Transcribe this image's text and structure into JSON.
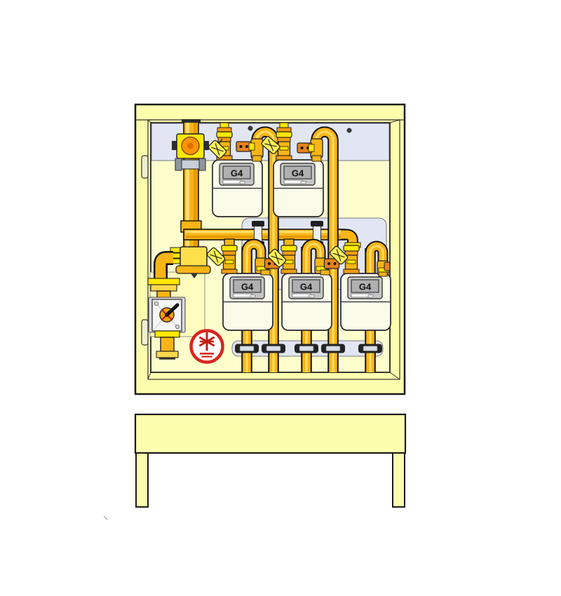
{
  "diagram": {
    "type": "gas-meter-cabinet-technical-drawing",
    "meters": [
      {
        "id": "meter-1",
        "row": "top",
        "label": "G4"
      },
      {
        "id": "meter-2",
        "row": "top",
        "label": "G4"
      },
      {
        "id": "meter-3",
        "row": "bottom",
        "label": "G4"
      },
      {
        "id": "meter-4",
        "row": "bottom",
        "label": "G4"
      },
      {
        "id": "meter-5",
        "row": "bottom",
        "label": "G4"
      }
    ],
    "sign": {
      "name": "prohibition-sign",
      "shape": "circle",
      "symbol": "asterisk-spark",
      "ring_color": "#d8261c",
      "caption_lines": 2
    },
    "components": [
      "main-riser",
      "main-inlet-valve",
      "pressure-regulator",
      "wall-shutoff-valve",
      "distribution-manifold",
      "meter-inlet-valves",
      "outlet-goosenecks",
      "pipe-clamps",
      "pedestal"
    ],
    "colors": {
      "cabinet_yellow": "#fdfdae",
      "wall_yellow": "#fefecd",
      "panel_blue": "#e2e6f3",
      "pipe_orange": "#f9b515",
      "pipe_highlight": "#ffdc66",
      "fitting_yellow": "#ffe800",
      "bracket_orange": "#e8821a",
      "valve_orange": "#ff9300",
      "meter_body": "#fbfbea",
      "bezel_grey": "#c6c6c6",
      "sign_red": "#d8261c"
    }
  }
}
